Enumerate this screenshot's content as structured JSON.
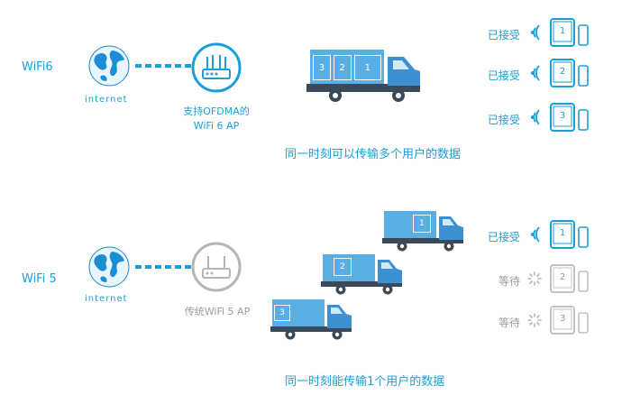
{
  "colors": {
    "accent": "#1a9fd9",
    "truck_body": "#5aaee3",
    "truck_cab": "#3d8fd1",
    "wheel": "#3b4a5a",
    "gray": "#b5b5b5",
    "globe_land": "#1c8fd4"
  },
  "wifi6": {
    "label": "WiFi6",
    "internet": "internet",
    "ap_caption_line1": "支持OFDMA的",
    "ap_caption_line2": "WiFi 6 AP",
    "caption": "同一时刻可以传输多个用户的数据",
    "truck_slots": [
      "3",
      "2",
      "1"
    ],
    "devices": [
      {
        "status": "已接受",
        "number": "1",
        "state": "received"
      },
      {
        "status": "已接受",
        "number": "2",
        "state": "received"
      },
      {
        "status": "已接受",
        "number": "3",
        "state": "received"
      }
    ]
  },
  "wifi5": {
    "label": "WiFi 5",
    "internet": "internet",
    "ap_caption": "传统WiFi 5 AP",
    "caption": "同一时刻能传输1个用户的数据",
    "trucks": [
      "1",
      "2",
      "3"
    ],
    "devices": [
      {
        "status": "已接受",
        "number": "1",
        "state": "received"
      },
      {
        "status": "等待",
        "number": "2",
        "state": "waiting"
      },
      {
        "status": "等待",
        "number": "3",
        "state": "waiting"
      }
    ]
  },
  "icons": {
    "globe": "globe-icon",
    "router": "router-icon",
    "truck": "truck-icon",
    "wifi_signal": "wifi-signal-icon",
    "loading": "loading-spinner-icon",
    "tablet": "tablet-icon",
    "phone": "phone-icon"
  }
}
